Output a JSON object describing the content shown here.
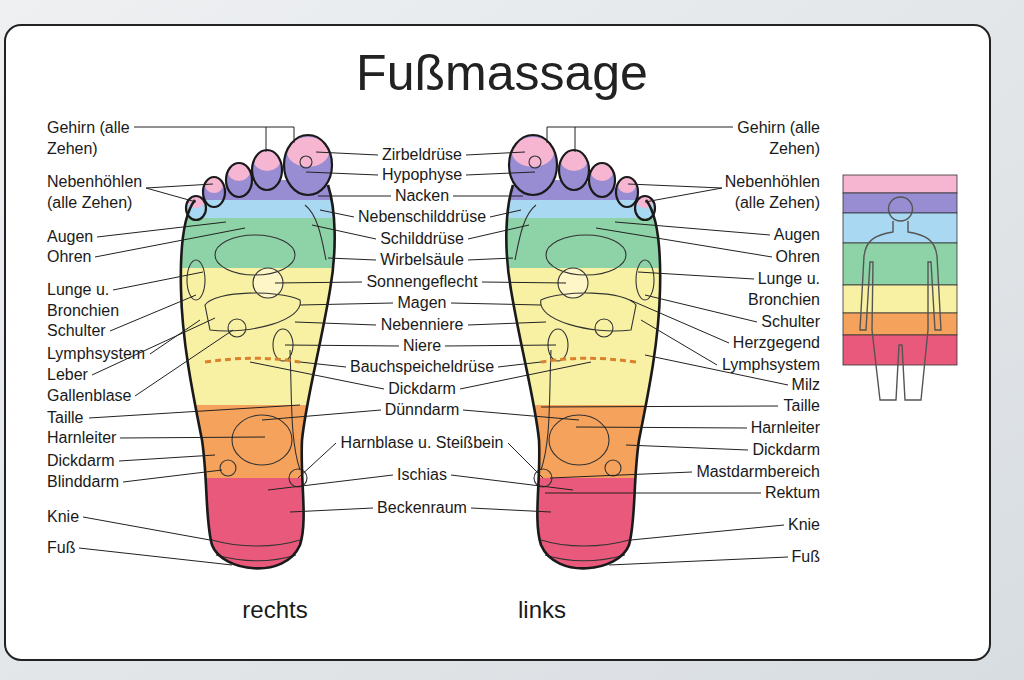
{
  "diagram": {
    "title": "Fußmassage",
    "labels": [
      "Gehirn (alle Zehen)",
      "Nebenhöhlen (alle Zehen)",
      "Augen",
      "Ohren",
      "Lunge u. Bronchien",
      "Schulter",
      "Lymphsystem",
      "Leber",
      "Gallenblase",
      "Taille",
      "Harnleiter",
      "Dickdarm",
      "Blinddarm",
      "Knie",
      "Fuß",
      "Zirbeldrüse",
      "Hypophyse",
      "Nacken",
      "Nebenschilddrüse",
      "Schilddrüse",
      "Wirbelsäule",
      "Sonnengeflecht",
      "Magen",
      "Nebenniere",
      "Niere",
      "Bauchspeicheldrüse",
      "Dickdarm",
      "Dünndarm",
      "Harnblase u. Steißbein",
      "Ischias",
      "Beckenraum",
      "Gehirn (alle Zehen)",
      "Nebenhöhlen (alle Zehen)",
      "Augen",
      "Ohren",
      "Lunge u. Bronchien",
      "Schulter",
      "Herzgegend",
      "Lymphsystem",
      "Milz",
      "Taille",
      "Harnleiter",
      "Dickdarm",
      "Mastdarmbereich",
      "Rektum",
      "Knie",
      "Fuß",
      "rechts",
      "links"
    ]
  }
}
